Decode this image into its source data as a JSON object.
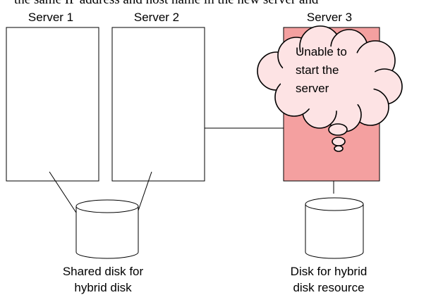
{
  "header_text": "the same IP address and host name in the new server and",
  "servers": [
    {
      "label": "Server 1"
    },
    {
      "label": "Server 2"
    },
    {
      "label": "Server 3"
    }
  ],
  "callout": {
    "lines": [
      "Unable to",
      "start the",
      "server"
    ]
  },
  "disks": {
    "shared": {
      "lines": [
        "Shared disk for",
        "hybrid disk"
      ]
    },
    "hybrid": {
      "lines": [
        "Disk for hybrid",
        "disk resource"
      ]
    }
  },
  "colors": {
    "failed_server_fill": "#f4a0a0",
    "callout_fill": "#fde3e4",
    "stroke": "#000000"
  }
}
